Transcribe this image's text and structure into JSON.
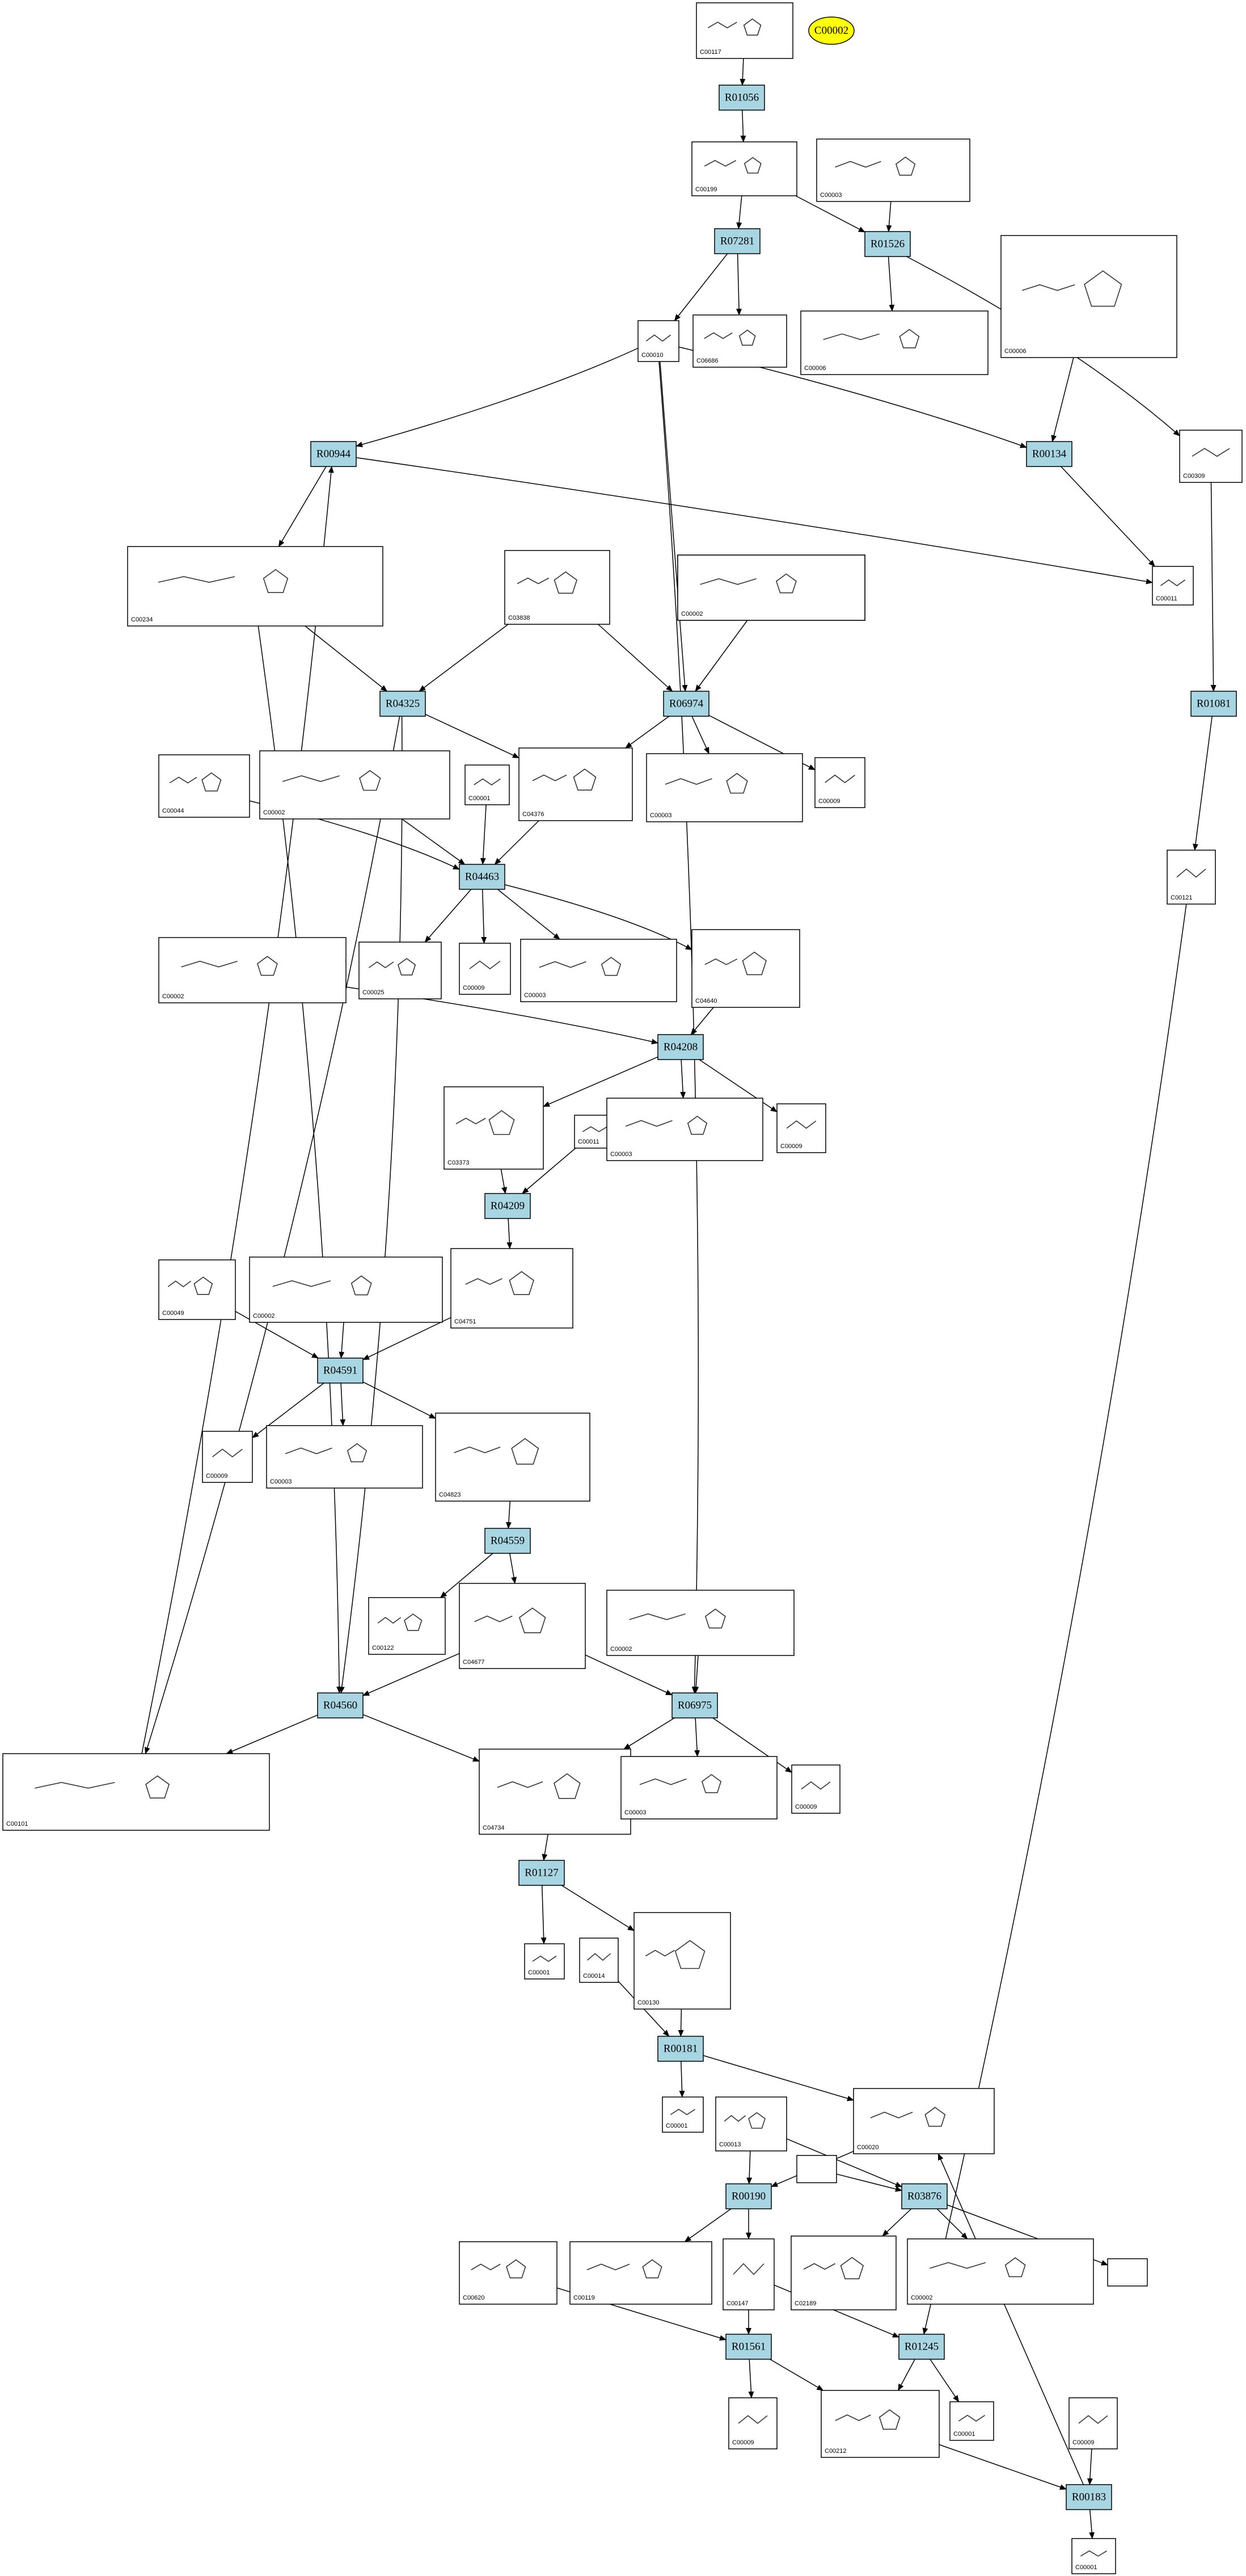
{
  "legend_node": {
    "label": "C00002",
    "color": "#ffff00"
  },
  "colors": {
    "reaction_fill": "#a8d5e2",
    "compound_fill": "#ffffff",
    "edge": "#000000"
  },
  "reactions": [
    "R01056",
    "R07281",
    "R01526",
    "R00944",
    "R00134",
    "R04325",
    "R06974",
    "R01081",
    "R04463",
    "R04208",
    "R04209",
    "R04591",
    "R04559",
    "R04560",
    "R06975",
    "R01127",
    "R00181",
    "R00190",
    "R03876",
    "R01561",
    "R01245",
    "R00183"
  ],
  "compounds": [
    "C00117",
    "C00199",
    "C00003",
    "C00006",
    "C06686",
    "C00006",
    "C00010",
    "C00309",
    "C00234",
    "C03838",
    "C00002",
    "C00002",
    "C00011",
    "C00044",
    "C00002",
    "C00001",
    "C04376",
    "C00003",
    "C00009",
    "C00121",
    "C00002",
    "C00025",
    "C00009",
    "C00003",
    "C04640",
    "C03373",
    "C00011",
    "C00003",
    "C00009",
    "C00049",
    "C00002",
    "C04751",
    "C00009",
    "C00003",
    "C04823",
    "C00122",
    "C04677",
    "C00002",
    "C00101",
    "C04734",
    "C00003",
    "C00009",
    "C00001",
    "C00014",
    "C00130",
    "C00001",
    "C00013",
    "C00020",
    "C00620",
    "C00119",
    "C00147",
    "C02189",
    "C00002",
    "C00009",
    "C00212",
    "C00001",
    "C00009",
    "C00001",
    "",
    ""
  ]
}
